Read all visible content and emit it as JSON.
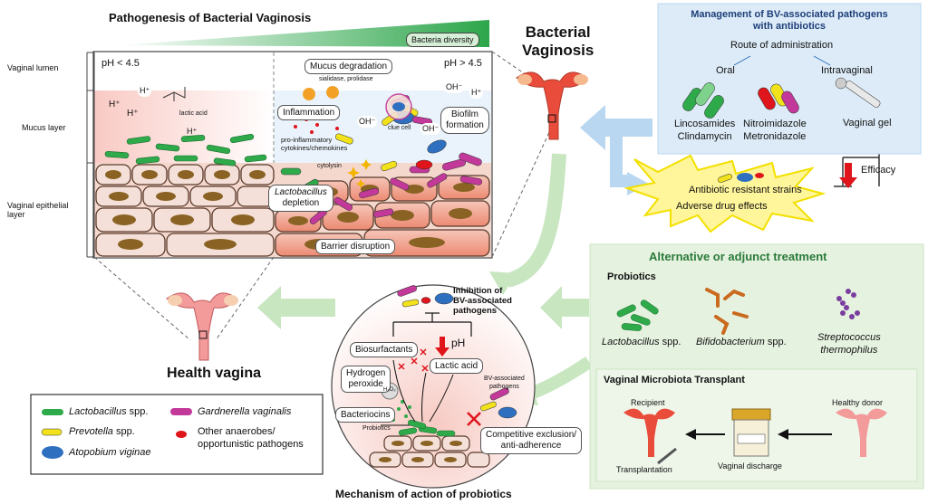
{
  "pathogenesis": {
    "title": "Pathogenesis of Bacterial Vaginosis",
    "diversity_label": "Bacteria diversity",
    "layers": [
      "Vaginal lumen",
      "Mucus layer",
      "Vaginal epithelial layer"
    ],
    "ph_low": "pH < 4.5",
    "ph_high": "pH > 4.5",
    "hplus": "H⁺",
    "lactic_acid": "lactic acid",
    "mucus_degradation": "Mucus degradation",
    "enzymes": "sialidase, prolidase",
    "inflammation": "Inflammation",
    "cytokines": "pro-inflammatory cytokines/chemokines",
    "oh": "OH⁻",
    "clue_cell": "clue cell",
    "biofilm": "Biofilm formation",
    "cytolysin": "cytolysin",
    "lacto_depletion_1": "Lactobacillus",
    "lacto_depletion_2": "depletion",
    "barrier": "Barrier disruption"
  },
  "bv": {
    "title_line1": "Bacterial",
    "title_line2": "Vaginosis"
  },
  "management": {
    "title_line1": "Management of BV-associated pathogens",
    "title_line2": "with antibiotics",
    "route": "Route of administration",
    "oral": "Oral",
    "intravaginal": "Intravaginal",
    "drug1_line1": "Lincosamides",
    "drug1_line2": "Clindamycin",
    "drug2_line1": "Nitroimidazole",
    "drug2_line2": "Metronidazole",
    "drug3": "Vaginal gel"
  },
  "effects": {
    "line1": "Antibiotic resistant strains",
    "line2": "Adverse drug effects",
    "efficacy": "Efficacy"
  },
  "health": {
    "title": "Health vagina"
  },
  "legend": {
    "lactobacillus": "Lactobacillus",
    "lactobacillus_spp": " spp.",
    "prevotella": "Prevotella",
    "prevotella_spp": " spp.",
    "atopobium": "Atopobium viginae",
    "gardnerella": "Gardnerella vaginalis",
    "other_line1": "Other anaerobes/",
    "other_line2": "opportunistic pathogens"
  },
  "mechanism": {
    "title": "Mechanism of action of probiotics",
    "inhibition_line1": "Inhibition of",
    "inhibition_line2": "BV-associated",
    "inhibition_line3": "pathogens",
    "biosurfactants": "Biosurfactants",
    "ph": "pH",
    "hydrogen_line1": "Hydrogen",
    "hydrogen_line2": "peroxide",
    "h2o2": "H₂O₂",
    "lactic_acid": "Lactic acid",
    "bv_pathogens_line1": "BV-associated",
    "bv_pathogens_line2": "pathogens",
    "bacteriocins": "Bacteriocins",
    "probiotics": "Probiotics",
    "competitive_line1": "Competitive exclusion/",
    "competitive_line2": "anti-adherence"
  },
  "alternative": {
    "title": "Alternative or adjunct treatment",
    "probiotics": "Probiotics",
    "lacto": "Lactobacillus",
    "lacto_spp": " spp.",
    "bifido": "Bifidobacterium",
    "bifido_spp": " spp.",
    "strep_line1": "Streptococcus",
    "strep_line2": "thermophilus",
    "vmt_title": "Vaginal Microbiota Transplant",
    "recipient": "Recipient",
    "healthy_donor": "Healthy donor",
    "transplantation": "Transplantation",
    "vaginal_discharge": "Vaginal discharge"
  },
  "colors": {
    "green_rod": "#2eaa4a",
    "yellow": "#f2e21b",
    "magenta": "#c2399a",
    "blue": "#2e6fc0",
    "red": "#e0141b",
    "panel_blue": "#dcebf7",
    "panel_green": "#e6f2e0",
    "tissue": "#f2a48c"
  }
}
